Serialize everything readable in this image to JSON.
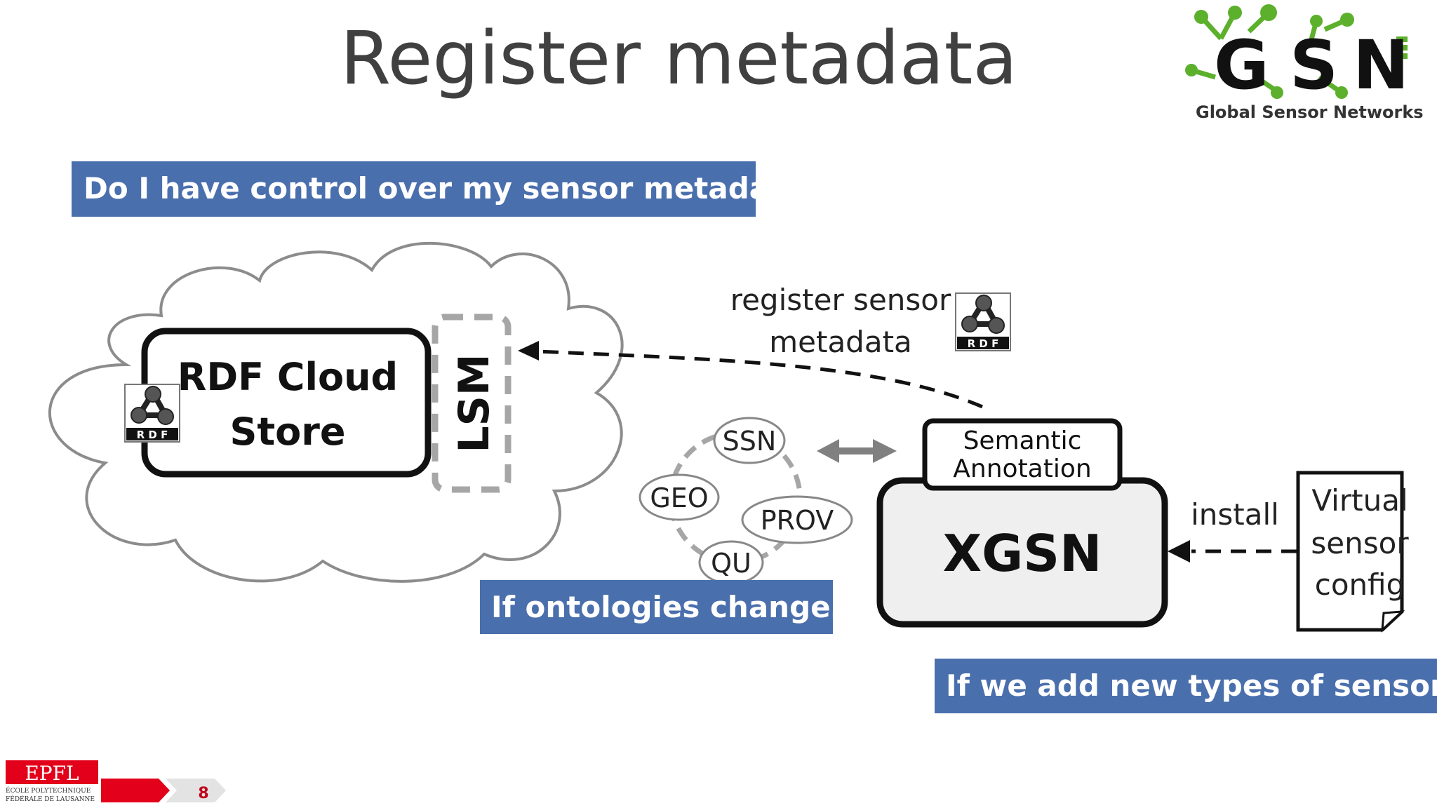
{
  "slide": {
    "title": "Register metadata",
    "page_number": "8"
  },
  "logo": {
    "letters": [
      "G",
      "S",
      "N"
    ],
    "tagline": "Global Sensor Networks"
  },
  "callouts": {
    "q1": "Do I have control over my sensor metadata?",
    "q2": "If ontologies change…",
    "q3": "If we add new types of sensors?"
  },
  "diagram": {
    "store_line1": "RDF Cloud",
    "store_line2": "Store",
    "lsm": "LSM",
    "rdf_badge": "R D F",
    "register_line1": "register sensor",
    "register_line2": "metadata",
    "ontologies": [
      "SSN",
      "GEO",
      "PROV",
      "QU"
    ],
    "semantic_line1": "Semantic",
    "semantic_line2": "Annotation",
    "xgsn": "XGSN",
    "install": "install",
    "vs_line1": "Virtual",
    "vs_line2": "sensor",
    "vs_line3": "config"
  },
  "footer": {
    "epfl_logo": "EPFL",
    "epfl_subtitle1": "ÉCOLE POLYTECHNIQUE",
    "epfl_subtitle2": "FÉDÉRALE DE LAUSANNE"
  },
  "colors": {
    "callout_bg": "#4a6fad",
    "logo_green": "#5cb02c",
    "epfl_red": "#e2001a"
  }
}
